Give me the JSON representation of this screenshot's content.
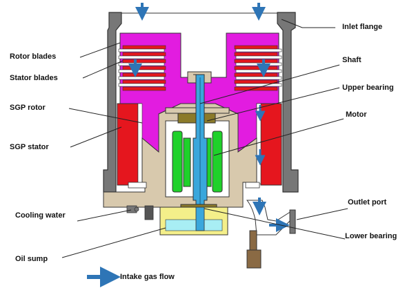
{
  "labels": {
    "inlet_flange": "Inlet flange",
    "rotor_blades": "Rotor blades",
    "stator_blades": "Stator blades",
    "shaft": "Shaft",
    "upper_bearing": "Upper bearing",
    "sgp_rotor": "SGP rotor",
    "motor": "Motor",
    "sgp_stator": "SGP stator",
    "cooling_water": "Cooling water",
    "outlet_port": "Outlet port",
    "lower_bearing": "Lower bearing",
    "oil_sump": "Oil sump"
  },
  "legend": {
    "intake_gas_flow": "Intake gas flow"
  },
  "colors": {
    "rotor_magenta": "#e21ce0",
    "stator_red": "#e5161e",
    "housing_gray": "#777777",
    "base_tan": "#d8c9ad",
    "shaft_blue": "#3aa7dc",
    "motor_green": "#1fd12a",
    "oil_yellow": "#f4ef8a",
    "oil_cyan": "#a8eef4",
    "bearing_olive": "#8b7a2a",
    "flow_arrow_blue": "#2e75b6"
  }
}
